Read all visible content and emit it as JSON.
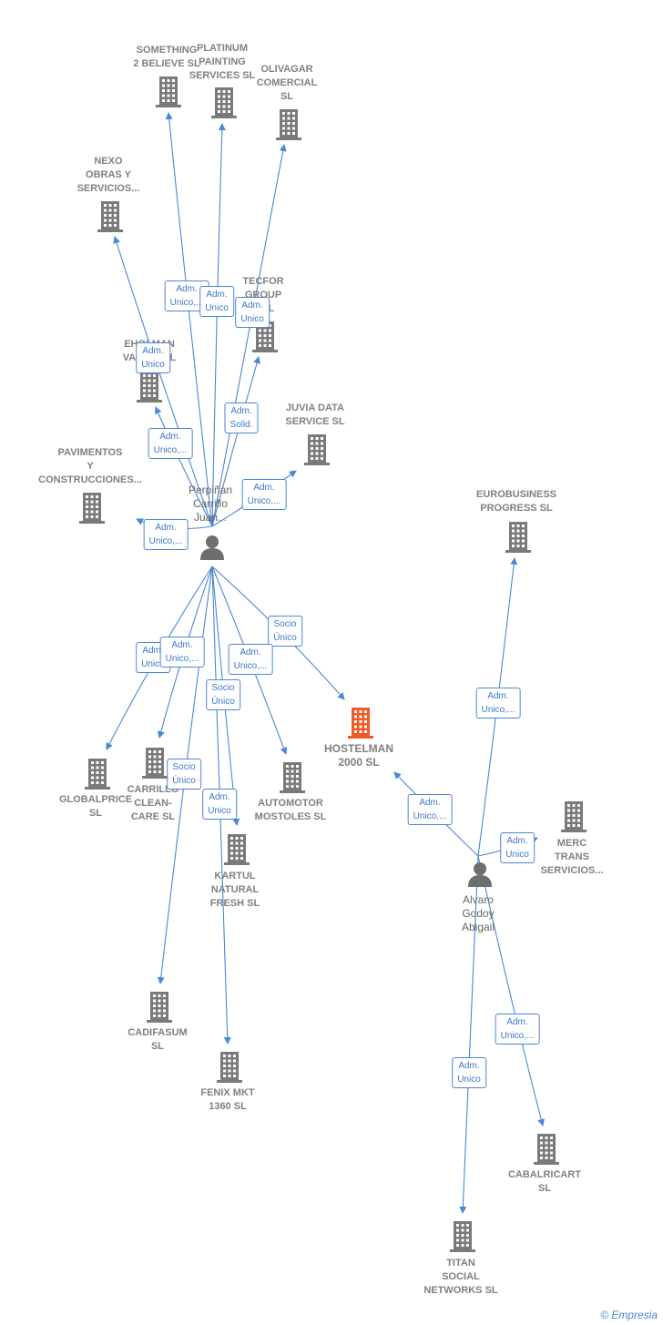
{
  "colors": {
    "edge": "#4a87d6",
    "company": "#7a7a7a",
    "highlight": "#f05a28",
    "person": "#6e6e6e"
  },
  "brand": {
    "copyright": "©",
    "name": "Empresia"
  },
  "persons": [
    {
      "id": "perpinan",
      "label": "Perpiñan\nCarrillo\nJuan..."
    },
    {
      "id": "alvaro",
      "label": "Alvaro\nGodoy\nAbigail"
    }
  ],
  "companies": [
    {
      "id": "something",
      "label": "SOMETHING\n2 BELIEVE  SL"
    },
    {
      "id": "platinum",
      "label": "PLATINUM\nPAINTING\nSERVICES  SL"
    },
    {
      "id": "olivagar",
      "label": "OLIVAGAR\nCOMERCIAL\nSL"
    },
    {
      "id": "nexo",
      "label": "NEXO\nOBRAS Y\nSERVICIOS..."
    },
    {
      "id": "tecfor",
      "label": "TECFOR\nGROUP\nE  SL"
    },
    {
      "id": "eho",
      "label": "EHOLMAN\nVARIOS  SL"
    },
    {
      "id": "juvia",
      "label": "JUVIA DATA\nSERVICE  SL"
    },
    {
      "id": "pavimentos",
      "label": "PAVIMENTOS\nY\nCONSTRUCCIONES..."
    },
    {
      "id": "eurobusiness",
      "label": "EUROBUSINESS\nPROGRESS  SL"
    },
    {
      "id": "hostelman",
      "label": "HOSTELMAN\n2000  SL",
      "highlight": true
    },
    {
      "id": "globalprice",
      "label": "GLOBALPRICE\nSL"
    },
    {
      "id": "carrillo",
      "label": "CARRILLO\nCLEAN-\nCARE  SL"
    },
    {
      "id": "automotor",
      "label": "AUTOMOTOR\nMOSTOLES  SL"
    },
    {
      "id": "kartul",
      "label": "KARTUL\nNATURAL\nFRESH  SL"
    },
    {
      "id": "merc",
      "label": "MERC\nTRANS\nSERVICIOS..."
    },
    {
      "id": "cadifasum",
      "label": "CADIFASUM\nSL"
    },
    {
      "id": "fenix",
      "label": "FENIX MKT\n1360  SL"
    },
    {
      "id": "cabalricart",
      "label": "CABALRICART\nSL"
    },
    {
      "id": "titan",
      "label": "TITAN\nSOCIAL\nNETWORKS  SL"
    }
  ],
  "edges": [
    {
      "from": "perpinan",
      "to": "something",
      "label": "Adm.\nUnico,..."
    },
    {
      "from": "perpinan",
      "to": "platinum",
      "label": "Adm.\nUnico"
    },
    {
      "from": "perpinan",
      "to": "olivagar",
      "label": "Adm.\nUnico"
    },
    {
      "from": "perpinan",
      "to": "nexo",
      "label": "Adm.\nUnico"
    },
    {
      "from": "perpinan",
      "to": "tecfor",
      "label": "Adm.\nSolid."
    },
    {
      "from": "perpinan",
      "to": "eho",
      "label": "Adm.\nUnico,..."
    },
    {
      "from": "perpinan",
      "to": "juvia",
      "label": "Adm.\nUnico,..."
    },
    {
      "from": "perpinan",
      "to": "pavimentos",
      "label": "Adm.\nUnico,..."
    },
    {
      "from": "perpinan",
      "to": "hostelman",
      "label": "Socio\nÚnico"
    },
    {
      "from": "perpinan",
      "to": "globalprice",
      "label": "Adm.\nUnico"
    },
    {
      "from": "perpinan",
      "to": "carrillo",
      "label": "Adm.\nUnico,..."
    },
    {
      "from": "perpinan",
      "to": "automotor",
      "label": "Adm.\nUnico,..."
    },
    {
      "from": "perpinan",
      "to": "kartul",
      "label": "Socio\nÚnico"
    },
    {
      "from": "perpinan",
      "to": "cadifasum",
      "label": "Socio\nÚnico"
    },
    {
      "from": "perpinan",
      "to": "fenix",
      "label": "Adm.\nUnico"
    },
    {
      "from": "alvaro",
      "to": "eurobusiness",
      "label": "Adm.\nUnico,..."
    },
    {
      "from": "alvaro",
      "to": "hostelman",
      "label": "Adm.\nUnico,..."
    },
    {
      "from": "alvaro",
      "to": "merc",
      "label": "Adm.\nUnico"
    },
    {
      "from": "alvaro",
      "to": "cabalricart",
      "label": "Adm.\nUnico,..."
    },
    {
      "from": "alvaro",
      "to": "titan",
      "label": "Adm.\nUnico"
    }
  ]
}
